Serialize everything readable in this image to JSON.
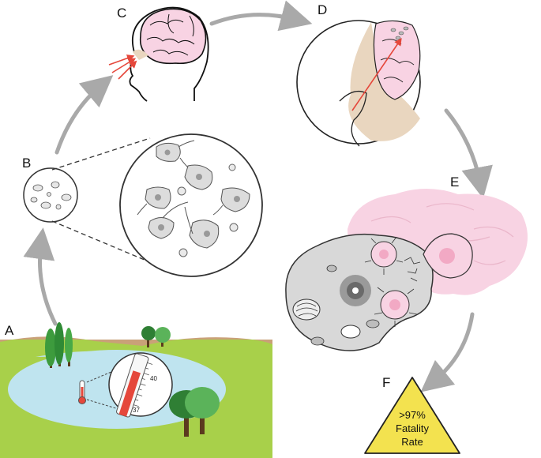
{
  "panels": {
    "a": "A",
    "b": "B",
    "c": "C",
    "d": "D",
    "e": "E",
    "f": "F"
  },
  "thermometer": {
    "high": "40",
    "low": "37"
  },
  "fatality": {
    "line1": ">97%",
    "line2": "Fatality",
    "line3": "Rate"
  },
  "colors": {
    "grass": "#a8d04a",
    "lake": "#bfe4ef",
    "brain": "#f8d3e3",
    "arrow": "#a9a9a9",
    "warning": "#f3e24f",
    "red": "#e5473b"
  }
}
